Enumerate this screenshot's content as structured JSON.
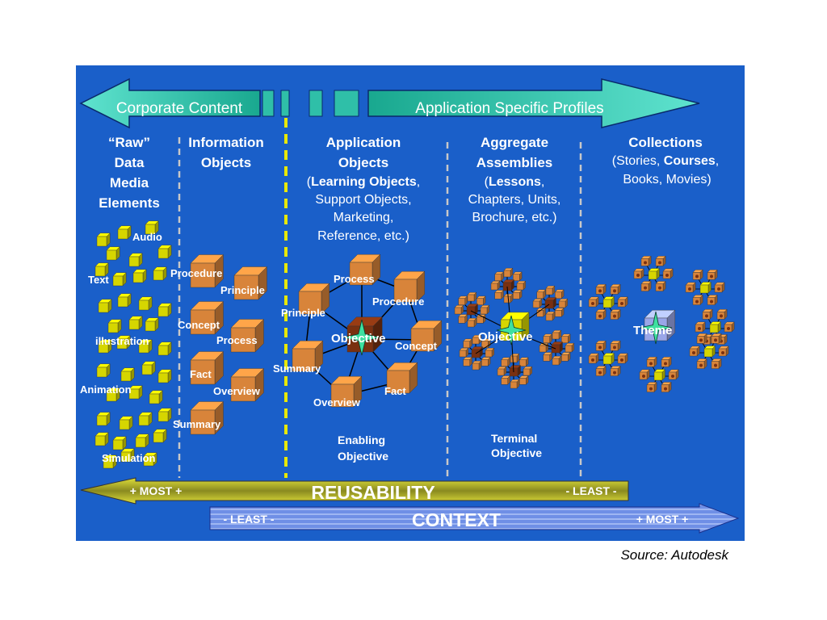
{
  "colors": {
    "panel": "#1a5fc9",
    "teal": "#3ecfb8",
    "tealDark": "#17806f",
    "yellow": "#d6d600",
    "cube": "#d8843a",
    "olive": "#7a7a1c",
    "text": "#ffffff",
    "navy": "#0a1a6b"
  },
  "header": {
    "left_label": "Corporate Content",
    "right_label": "Application Specific Profiles"
  },
  "columns": {
    "raw": {
      "lines": [
        "“Raw”",
        "Data",
        "Media",
        "Elements"
      ]
    },
    "info": {
      "lines": [
        "Information",
        "Objects"
      ]
    },
    "app": {
      "line1": "Application",
      "line2": "Objects",
      "line3_paren_open": "(",
      "line3_bold": "Learning Objects",
      "line3_rest": ",",
      "line4": "Support Objects,",
      "line5": "Marketing,",
      "line6": "Reference, etc.)"
    },
    "agg": {
      "line1": "Aggregate",
      "line2": "Assemblies",
      "line3_paren_open": "(",
      "line3_bold": "Lessons",
      "line3_rest": ",",
      "line4": "Chapters, Units,",
      "line5": "Brochure, etc.)"
    },
    "coll": {
      "line1": "Collections",
      "line2_pre": "(Stories, ",
      "line2_bold": "Courses",
      "line2_post": ",",
      "line3": "Books, Movies)"
    }
  },
  "raw_labels": [
    "Audio",
    "Text",
    "illustration",
    "Animation",
    "Simulation"
  ],
  "info_labels": [
    "Procedure",
    "Principle",
    "Concept",
    "Process",
    "Fact",
    "Overview",
    "Summary"
  ],
  "app_nodes": [
    "Process",
    "Procedure",
    "Principle",
    "Concept",
    "Summary",
    "Fact",
    "Overview"
  ],
  "app_center": "Objective",
  "app_caption": [
    "Enabling",
    "Objective"
  ],
  "agg_center": "Objective",
  "agg_caption": [
    "Terminal",
    "Objective"
  ],
  "coll_center": "Theme",
  "reusability": {
    "title": "REUSABILITY",
    "left": "+ MOST +",
    "right": "- LEAST -"
  },
  "context": {
    "title": "CONTEXT",
    "left": "- LEAST -",
    "right": "+ MOST +"
  },
  "source": "Source: Autodesk"
}
